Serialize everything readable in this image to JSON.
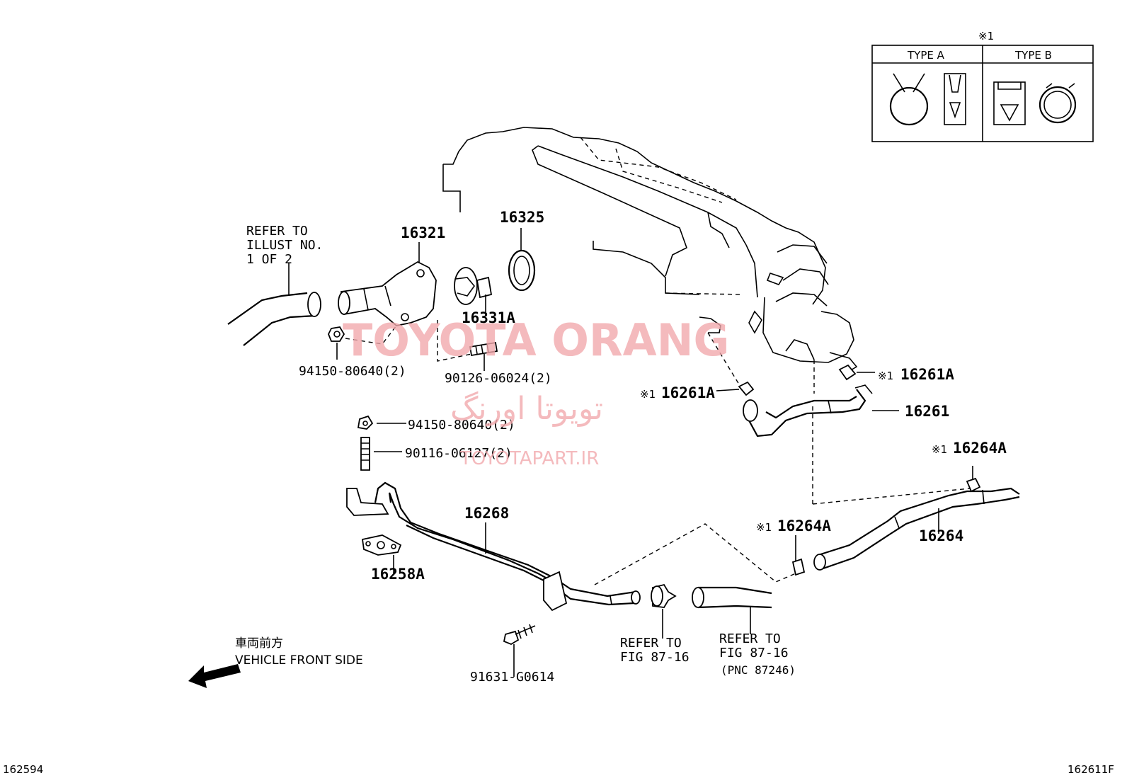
{
  "legend": {
    "mark": "※1",
    "type_a": "TYPE A",
    "type_b": "TYPE B"
  },
  "labels": {
    "refer_illust": [
      "REFER TO",
      "ILLUST NO.",
      "1 OF 2"
    ],
    "p16321": "16321",
    "p16325": "16325",
    "p16331A": "16331A",
    "p94150_top": "94150-80640(2)",
    "p90126": "90126-06024(2)",
    "p16261A_right": "16261A",
    "p16261A_left": "16261A",
    "p16261": "16261",
    "p94150_mid": "94150-80640(2)",
    "p90116": "90116-06127(2)",
    "p16264A_top": "16264A",
    "p16268": "16268",
    "p16264A_mid": "16264A",
    "p16264": "16264",
    "p16258A": "16258A",
    "refer_fig_1": [
      "REFER TO",
      "FIG 87-16"
    ],
    "refer_fig_2": [
      "REFER TO",
      "FIG 87-16",
      "(PNC 87246)"
    ],
    "p91631": "91631-G0614",
    "direction_jp": "車両前方",
    "direction_en": "VEHICLE FRONT SIDE",
    "mark": "※1"
  },
  "watermark": {
    "line1": "TOYOTA ORANG",
    "line2": "تویوتا اورنگ",
    "line3": "TOYOTAPART.IR"
  },
  "corner": {
    "left": "162594",
    "right": "162611F"
  }
}
